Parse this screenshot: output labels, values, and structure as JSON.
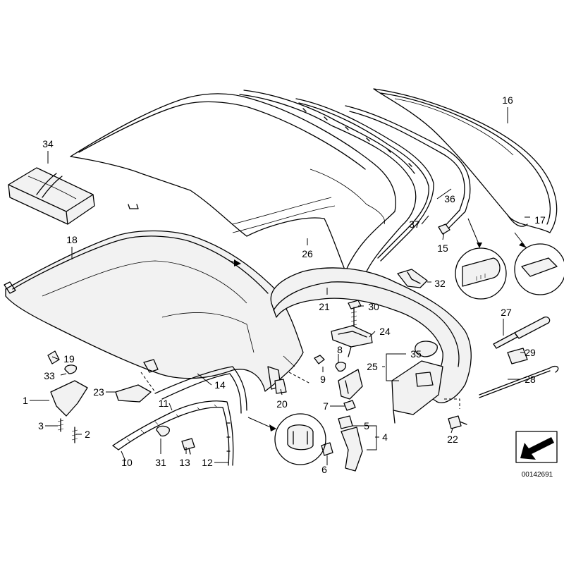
{
  "callouts": [
    {
      "id": "c16",
      "text": "16"
    },
    {
      "id": "c34",
      "text": "34"
    },
    {
      "id": "c36",
      "text": "36"
    },
    {
      "id": "c37",
      "text": "37"
    },
    {
      "id": "c17",
      "text": "17"
    },
    {
      "id": "c18",
      "text": "18"
    },
    {
      "id": "c26",
      "text": "26"
    },
    {
      "id": "c15",
      "text": "15"
    },
    {
      "id": "c32",
      "text": "32"
    },
    {
      "id": "c21",
      "text": "21"
    },
    {
      "id": "c30",
      "text": "30"
    },
    {
      "id": "c27",
      "text": "27"
    },
    {
      "id": "c24",
      "text": "24"
    },
    {
      "id": "c19",
      "text": "19"
    },
    {
      "id": "c8",
      "text": "8"
    },
    {
      "id": "c35",
      "text": "35"
    },
    {
      "id": "c29",
      "text": "29"
    },
    {
      "id": "c33",
      "text": "33"
    },
    {
      "id": "c25",
      "text": "25"
    },
    {
      "id": "c9",
      "text": "9"
    },
    {
      "id": "c14",
      "text": "14"
    },
    {
      "id": "c28",
      "text": "28"
    },
    {
      "id": "c1",
      "text": "1"
    },
    {
      "id": "c23",
      "text": "23"
    },
    {
      "id": "c11",
      "text": "11"
    },
    {
      "id": "c20",
      "text": "20"
    },
    {
      "id": "c7",
      "text": "7"
    },
    {
      "id": "c3",
      "text": "3"
    },
    {
      "id": "c2",
      "text": "2"
    },
    {
      "id": "c5",
      "text": "5"
    },
    {
      "id": "c4",
      "text": "4"
    },
    {
      "id": "c22",
      "text": "22"
    },
    {
      "id": "c10",
      "text": "10"
    },
    {
      "id": "c31",
      "text": "31"
    },
    {
      "id": "c13",
      "text": "13"
    },
    {
      "id": "c12",
      "text": "12"
    },
    {
      "id": "c6",
      "text": "6"
    }
  ],
  "catalog_number": "00142691"
}
